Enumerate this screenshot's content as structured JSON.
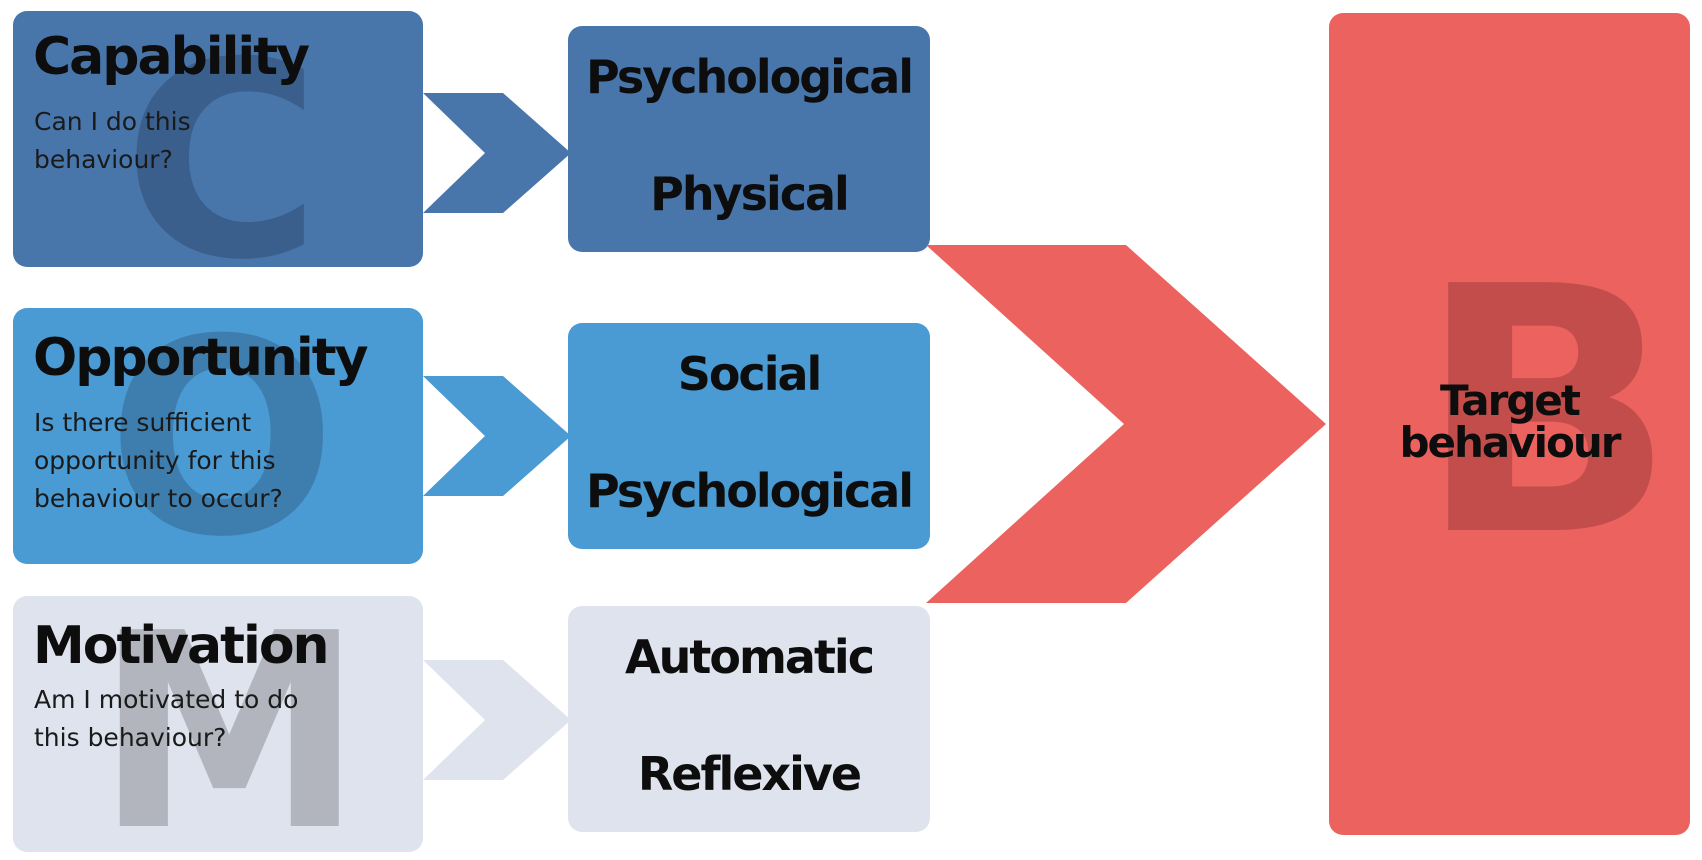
{
  "colors": {
    "capability": "#4876ab",
    "opportunity": "#4a9ad3",
    "motivation": "#dee3ed",
    "behaviour": "#eb625e",
    "capability_letter": "#3b5f8c",
    "opportunity_letter": "#3d7eae",
    "motivation_letter": "#b2b5be",
    "behaviour_letter": "#c24d4a"
  },
  "capability": {
    "letter": "C",
    "title": "Capability",
    "question": "Can I do this behaviour?",
    "components": [
      "Psychological",
      "Physical"
    ]
  },
  "opportunity": {
    "letter": "O",
    "title": "Opportunity",
    "question": "Is there sufficient opportunity for this behaviour to occur?",
    "components": [
      "Social",
      "Psychological"
    ]
  },
  "motivation": {
    "letter": "M",
    "title": "Motivation",
    "question": "Am I motivated to do this behaviour?",
    "components": [
      "Automatic",
      "Reflexive"
    ]
  },
  "behaviour": {
    "letter": "B",
    "label": "Target behaviour"
  }
}
